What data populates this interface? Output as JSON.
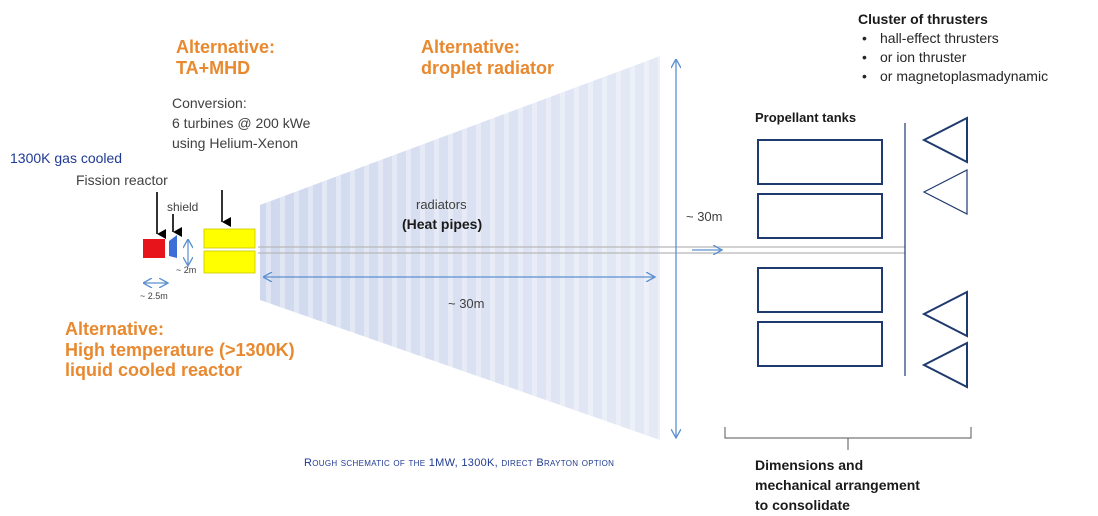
{
  "labels": {
    "alt_ta_line1": "Alternative:",
    "alt_ta_line2": "TA+MHD",
    "alt_droplet_line1": "Alternative:",
    "alt_droplet_line2": "droplet radiator",
    "conversion_line1": "Conversion:",
    "conversion_line2": "6 turbines @ 200 kWe",
    "conversion_line3": "using Helium-Xenon",
    "reactor_line1": "1300K gas cooled",
    "reactor_line2": "Fission reactor",
    "shield": "shield",
    "dim_2m": "~ 2m",
    "dim_25m": "~ 2.5m",
    "radiators": "radiators",
    "heat_pipes": "(Heat pipes)",
    "radiator_length": "~ 30m",
    "radiator_height": "~ 30m",
    "alt_liquid_line1": "Alternative:",
    "alt_liquid_line2": "High temperature (>1300K)",
    "alt_liquid_line3": "liquid cooled reactor",
    "caption": "Rough schematic of the 1MW, 1300K, direct Brayton option",
    "propellant_tanks": "Propellant tanks",
    "cluster_title": "Cluster of thrusters",
    "cluster_items": [
      "hall-effect thrusters",
      "or ion thruster",
      "or magnetoplasmadynamic"
    ],
    "dims_line1": "Dimensions and",
    "dims_line2": "mechanical  arrangement",
    "dims_line3": "to consolidate"
  },
  "colors": {
    "orange": "#e8892f",
    "reactor_red": "#e8141c",
    "shield_blue": "#3a6fd8",
    "converter_yellow": "#ffff00",
    "radiator_fill": "#d8e1f2",
    "navy": "#1f3a6e",
    "arrow_blue": "#5b8fd0"
  }
}
